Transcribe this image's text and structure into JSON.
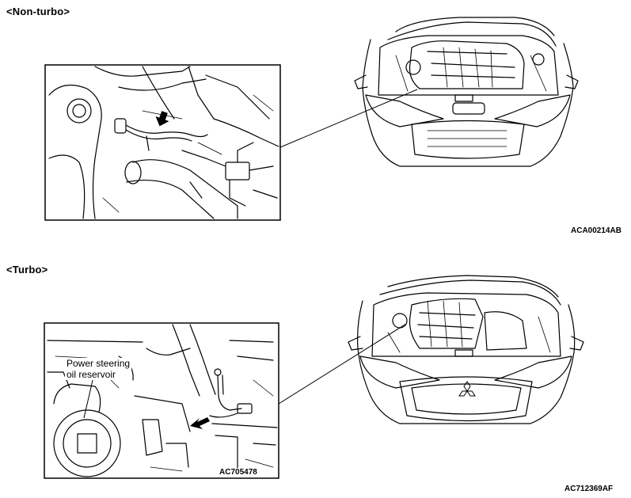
{
  "non_turbo": {
    "heading": "<Non-turbo>",
    "figure_code": "ACA00214AB"
  },
  "turbo": {
    "heading": "<Turbo>",
    "callout": "Power steering\noil reservoir",
    "inset_code": "AC705478",
    "figure_code": "AC712369AF"
  },
  "icons": {
    "arrow": "pointer-arrow-icon",
    "emblem": "three-diamond-emblem-icon"
  }
}
